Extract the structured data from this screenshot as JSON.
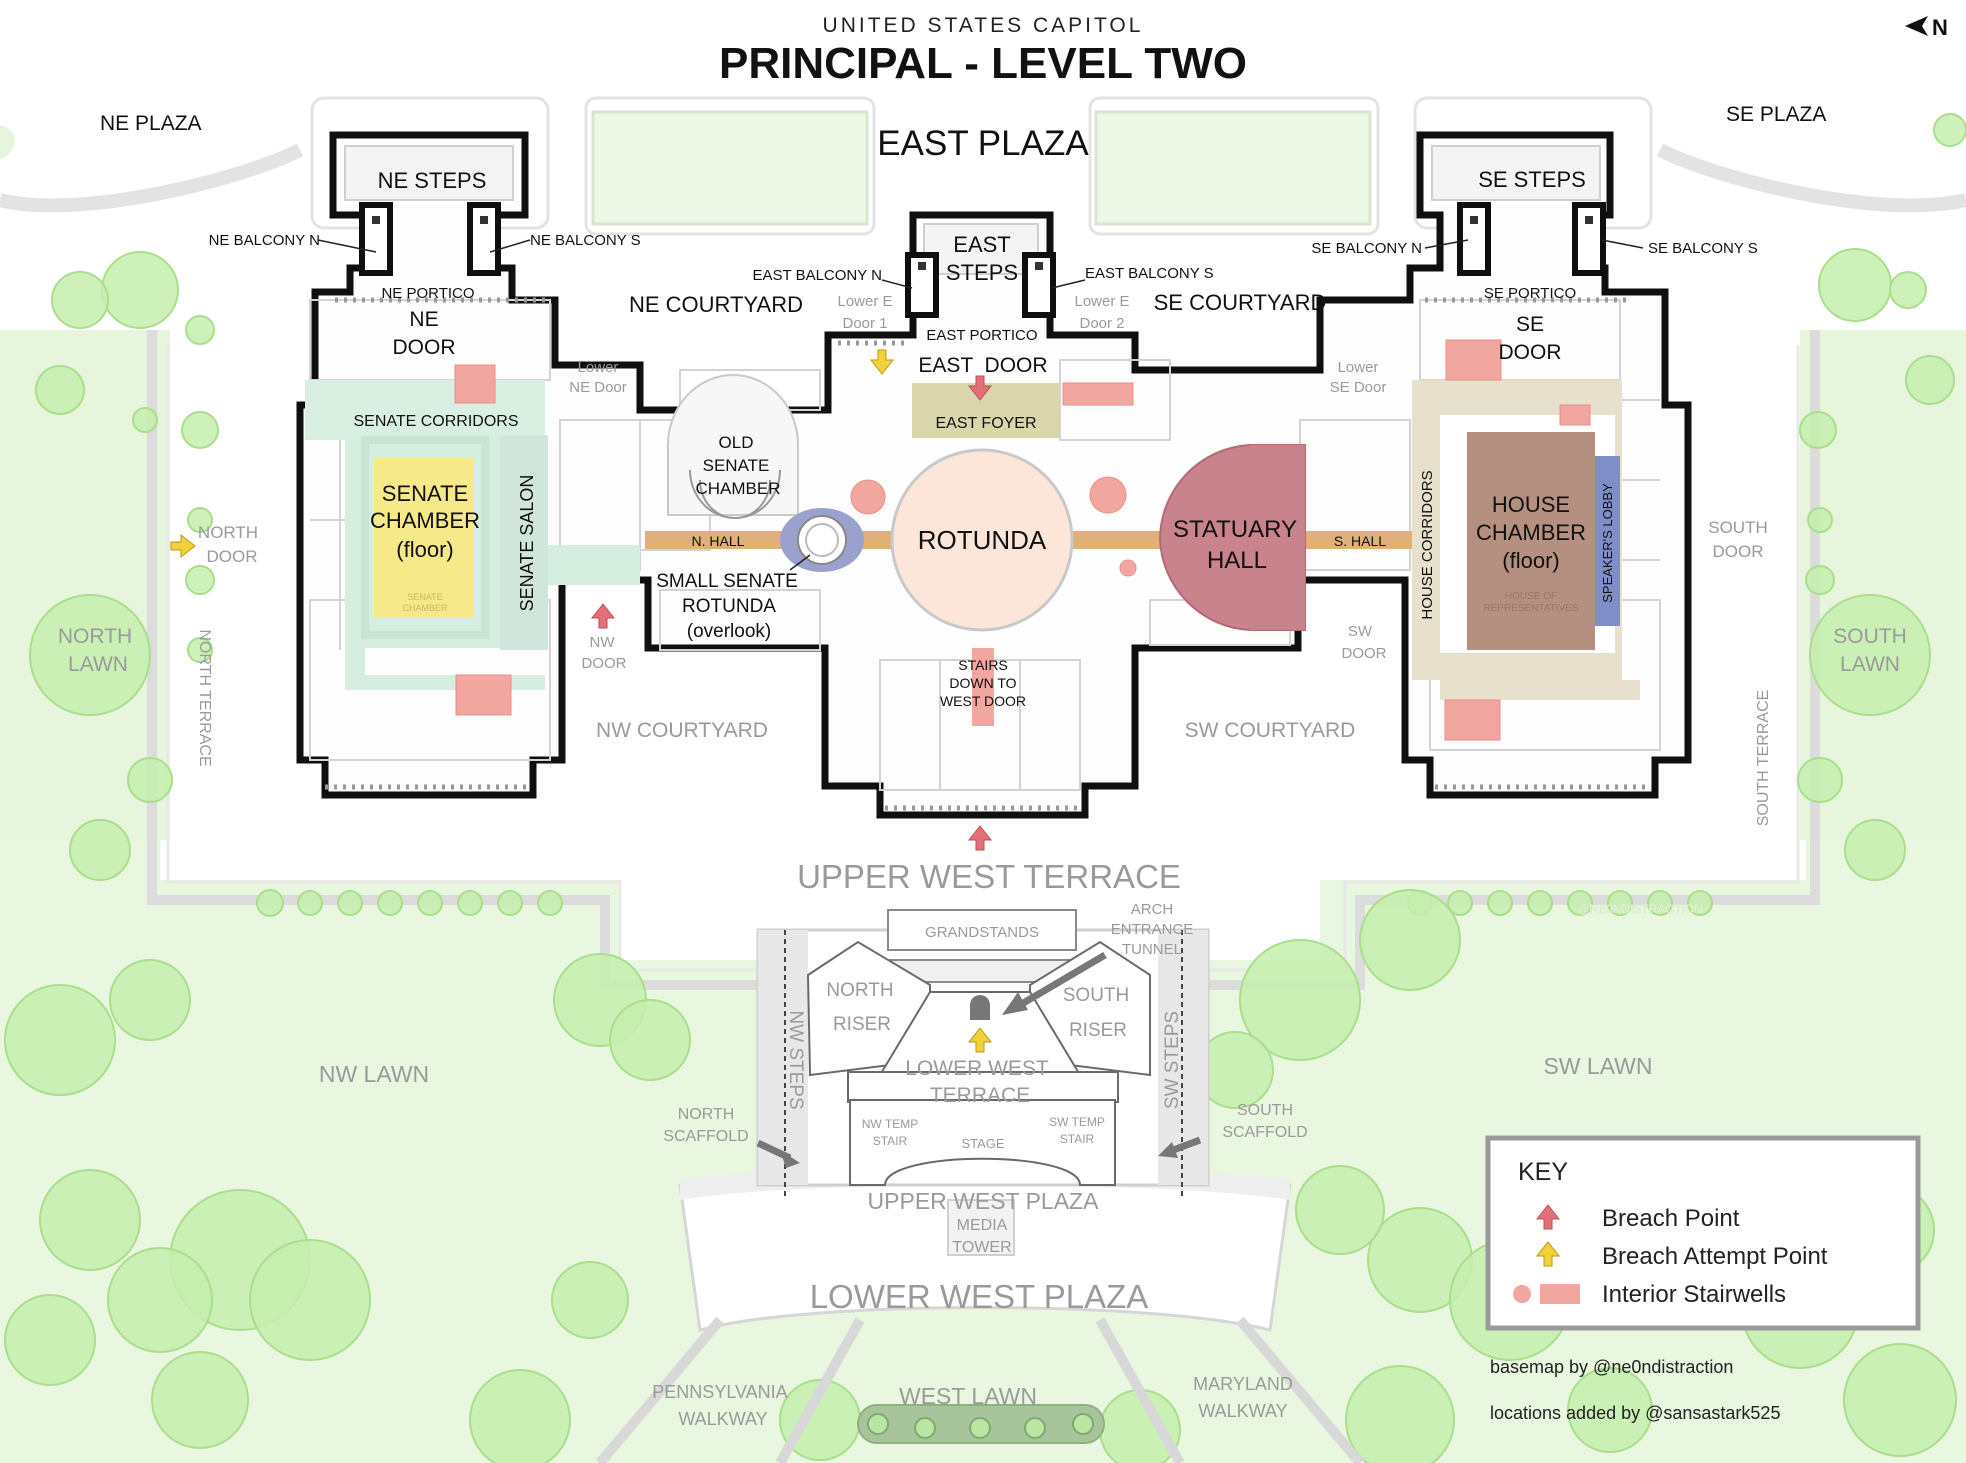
{
  "header": {
    "subtitle": "UNITED STATES CAPITOL",
    "title": "PRINCIPAL - LEVEL TWO",
    "north_arrow_label": "N"
  },
  "colors": {
    "lawn": "#e6f5dc",
    "tree": "#c3ecaa",
    "tree_stroke": "#a8dd8a",
    "wall": "#111111",
    "floor": "#ffffff",
    "senate_chamber": "#f5e98a",
    "senate_corridors": "#d9efe2",
    "east_foyer": "#d9d6ab",
    "rotunda": "#fbe6d9",
    "statuary_hall": "#c9838c",
    "hall_path": "#e0b078",
    "house_chamber": "#b58f7f",
    "speakers_lobby": "#7f8ec7",
    "house_corridors": "#e6e0cc",
    "small_rotunda": "#9aa1cc",
    "breach_point": "#e56f78",
    "breach_attempt": "#f2d23a",
    "stairwell": "#f2a6a0"
  },
  "exterior_labels": {
    "ne_plaza": "NE PLAZA",
    "se_plaza": "SE PLAZA",
    "east_plaza": "EAST PLAZA",
    "ne_steps": "NE STEPS",
    "se_steps": "SE STEPS",
    "east_steps_1": "EAST",
    "east_steps_2": "STEPS",
    "ne_courtyard": "NE COURTYARD",
    "se_courtyard": "SE COURTYARD",
    "ne_balcony_n": "NE BALCONY N",
    "ne_balcony_s": "NE BALCONY S",
    "se_balcony_n": "SE BALCONY N",
    "se_balcony_s": "SE BALCONY S",
    "east_balcony_n": "EAST BALCONY N",
    "east_balcony_s": "EAST BALCONY S",
    "ne_portico": "NE PORTICO",
    "se_portico": "SE PORTICO",
    "east_portico": "EAST PORTICO",
    "lower_e_door1_a": "Lower E",
    "lower_e_door1_b": "Door 1",
    "lower_e_door2_a": "Lower E",
    "lower_e_door2_b": "Door 2",
    "lower_ne_door_a": "Lower",
    "lower_ne_door_b": "NE Door",
    "lower_se_door_a": "Lower",
    "lower_se_door_b": "SE Door",
    "north_door_a": "NORTH",
    "north_door_b": "DOOR",
    "south_door_a": "SOUTH",
    "south_door_b": "DOOR",
    "north_lawn_a": "NORTH",
    "north_lawn_b": "LAWN",
    "south_lawn_a": "SOUTH",
    "south_lawn_b": "LAWN",
    "north_terrace": "NORTH TERRACE",
    "south_terrace": "SOUTH TERRACE",
    "nw_courtyard": "NW COURTYARD",
    "sw_courtyard": "SW COURTYARD",
    "nw_door_a": "NW",
    "nw_door_b": "DOOR",
    "sw_door_a": "SW",
    "sw_door_b": "DOOR",
    "upper_west_terrace": "UPPER WEST TERRACE",
    "grandstands": "GRANDSTANDS",
    "arch_tunnel_a": "ARCH",
    "arch_tunnel_b": "ENTRANCE",
    "arch_tunnel_c": "TUNNEL",
    "north_riser_a": "NORTH",
    "north_riser_b": "RISER",
    "south_riser_a": "SOUTH",
    "south_riser_b": "RISER",
    "lower_west_terrace_a": "LOWER WEST",
    "lower_west_terrace_b": "TERRACE",
    "nw_steps": "NW STEPS",
    "sw_steps": "SW STEPS",
    "north_scaffold_a": "NORTH",
    "north_scaffold_b": "SCAFFOLD",
    "south_scaffold_a": "SOUTH",
    "south_scaffold_b": "SCAFFOLD",
    "nw_temp_stair_a": "NW TEMP",
    "nw_temp_stair_b": "STAIR",
    "sw_temp_stair_a": "SW TEMP",
    "sw_temp_stair_b": "STAIR",
    "stage": "STAGE",
    "upper_west_plaza": "UPPER WEST PLAZA",
    "media_tower_a": "MEDIA",
    "media_tower_b": "TOWER",
    "lower_west_plaza": "LOWER WEST PLAZA",
    "nw_lawn": "NW LAWN",
    "sw_lawn": "SW LAWN",
    "west_lawn": "WEST LAWN",
    "pennsylvania_walkway_a": "PENNSYLVANIA",
    "pennsylvania_walkway_b": "WALKWAY",
    "maryland_walkway_a": "MARYLAND",
    "maryland_walkway_b": "WALKWAY",
    "watermark": "@NE0NDISTRACTION"
  },
  "interior_labels": {
    "ne_door_a": "NE",
    "ne_door_b": "DOOR",
    "se_door_a": "SE",
    "se_door_b": "DOOR",
    "east_door": "EAST  DOOR",
    "east_foyer": "EAST FOYER",
    "senate_corridors": "SENATE CORRIDORS",
    "senate_chamber_a": "SENATE",
    "senate_chamber_b": "CHAMBER",
    "senate_chamber_c": "(floor)",
    "senate_chamber_small_a": "SENATE",
    "senate_chamber_small_b": "CHAMBER",
    "senate_salon": "SENATE SALON",
    "old_senate_a": "OLD",
    "old_senate_b": "SENATE",
    "old_senate_c": "CHAMBER",
    "n_hall": "N. HALL",
    "s_hall": "S. HALL",
    "small_senate_rotunda_a": "SMALL SENATE",
    "small_senate_rotunda_b": "ROTUNDA",
    "small_senate_rotunda_c": "(overlook)",
    "rotunda": "ROTUNDA",
    "statuary_hall_a": "STATUARY",
    "statuary_hall_b": "HALL",
    "stairs_a": "STAIRS",
    "stairs_b": "DOWN TO",
    "stairs_c": "WEST DOOR",
    "house_corridors": "HOUSE CORRIDORS",
    "house_chamber_a": "HOUSE",
    "house_chamber_b": "CHAMBER",
    "house_chamber_c": "(floor)",
    "house_small_a": "HOUSE OF",
    "house_small_b": "REPRESENTATIVES",
    "speakers_lobby": "SPEAKER'S LOBBY"
  },
  "key": {
    "title": "KEY",
    "items": [
      {
        "label": "Breach Point",
        "icon": "up-arrow-red"
      },
      {
        "label": "Breach Attempt Point",
        "icon": "up-arrow-yellow"
      },
      {
        "label": "Interior Stairwells",
        "icon": "stairwell-swatch"
      }
    ]
  },
  "credits": {
    "basemap": "basemap by @ne0ndistraction",
    "locations": "locations added by @sansastark525"
  }
}
